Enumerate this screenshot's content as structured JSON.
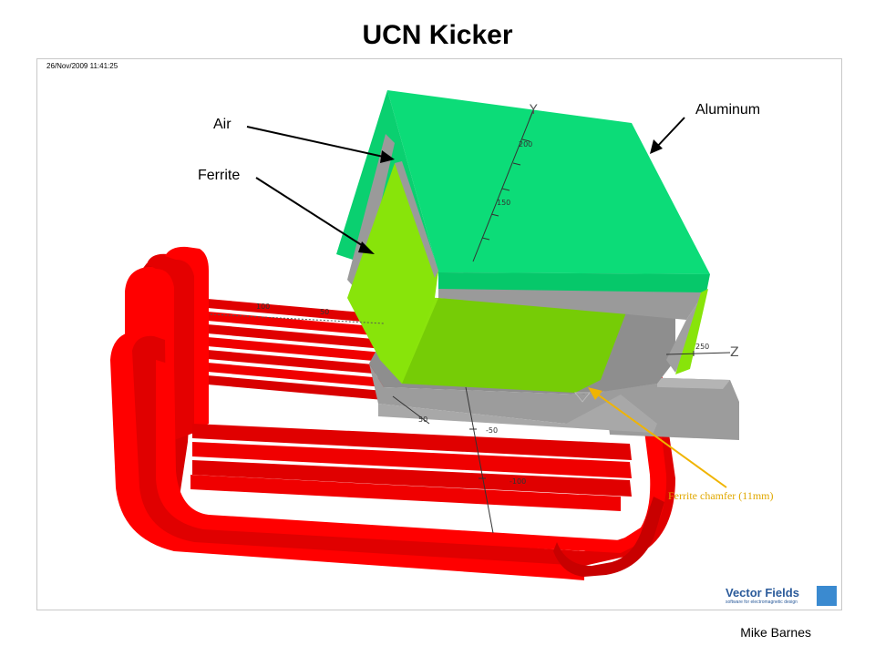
{
  "title": "UCN Kicker",
  "timestamp": "26/Nov/2009 11:41:25",
  "labels": {
    "aluminum": "Aluminum",
    "air": "Air",
    "ferrite": "Ferrite",
    "chamfer": "Ferrite chamfer (11mm)"
  },
  "axes": {
    "y_label": "Y",
    "z_label": "Z",
    "y_ticks": [
      "200",
      "150"
    ],
    "z_ticks": [
      "250"
    ],
    "x_ticks": [
      "100",
      "50"
    ],
    "lower_ticks": [
      "-50",
      "-100"
    ],
    "side_tick": "50"
  },
  "logo": {
    "name": "Vector Fields",
    "tagline": "software for electromagnetic design"
  },
  "author": "Mike Barnes",
  "colors": {
    "aluminum": "#0cdc78",
    "air": "#9a9a9a",
    "ferrite": "#88e40a",
    "coil": "#ff0000",
    "chamfer_arrow": "#f0b400"
  }
}
